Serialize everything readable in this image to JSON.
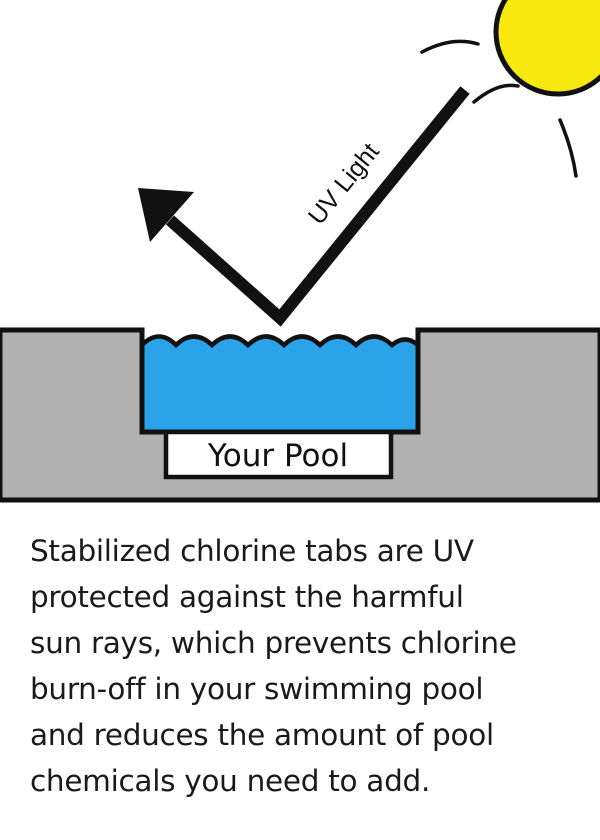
{
  "diagram": {
    "uv_label": "UV Light",
    "pool_label": "Your Pool",
    "colors": {
      "sun_fill": "#f7e80f",
      "water_fill": "#2ba3e8",
      "ground_fill": "#b1b1b1",
      "outline": "#111111"
    }
  },
  "caption": {
    "lines": [
      "Stabilized chlorine tabs are UV",
      "protected against the harmful",
      "sun rays, which prevents chlorine",
      "burn-off in your swimming pool",
      "and reduces the amount of pool",
      "chemicals you need to add."
    ]
  }
}
